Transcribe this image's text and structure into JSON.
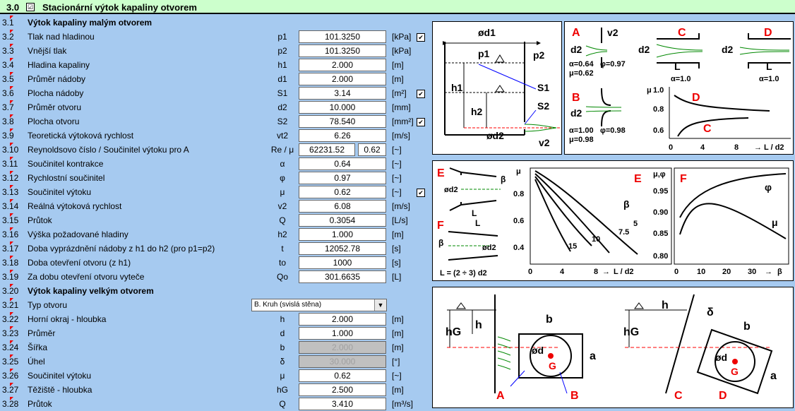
{
  "header": {
    "num": "3.0",
    "checkbox": "☑",
    "title": "Stacionární výtok kapaliny otvorem"
  },
  "rows": [
    {
      "n": "3.1",
      "label": "Výtok kapaliny malým otvorem",
      "bold": true
    },
    {
      "n": "3.2",
      "label": "Tlak nad hladinou",
      "sym": "p1",
      "val": "101.3250",
      "unit": "[kPa]",
      "chk": true
    },
    {
      "n": "3.3",
      "label": "Vnější tlak",
      "sym": "p2",
      "val": "101.3250",
      "unit": "[kPa]"
    },
    {
      "n": "3.4",
      "label": "Hladina kapaliny",
      "sym": "h1",
      "val": "2.000",
      "unit": "[m]"
    },
    {
      "n": "3.5",
      "label": "Průměr nádoby",
      "sym": "d1",
      "val": "2.000",
      "unit": "[m]"
    },
    {
      "n": "3.6",
      "label": "Plocha nádoby",
      "sym": "S1",
      "val": "3.14",
      "unit": "[m²]",
      "chk": true
    },
    {
      "n": "3.7",
      "label": "Průměr otvoru",
      "sym": "d2",
      "val": "10.000",
      "unit": "[mm]"
    },
    {
      "n": "3.8",
      "label": "Plocha otvoru",
      "sym": "S2",
      "val": "78.540",
      "unit": "[mm²]",
      "chk": true
    },
    {
      "n": "3.9",
      "label": "Teoretická výtoková rychlost",
      "sym": "vt2",
      "val": "6.26",
      "unit": "[m/s]"
    },
    {
      "n": "3.10",
      "label": "Reynoldsovo číslo / Součinitel výtoku pro A",
      "sym": "Re / μ",
      "val": "62231.52",
      "val2": "0.62",
      "unit": "[~]"
    },
    {
      "n": "3.11",
      "label": "Součinitel kontrakce",
      "sym": "α",
      "val": "0.64",
      "unit": "[~]"
    },
    {
      "n": "3.12",
      "label": "Rychlostní součinitel",
      "sym": "φ",
      "val": "0.97",
      "unit": "[~]"
    },
    {
      "n": "3.13",
      "label": "Součinitel výtoku",
      "sym": "μ",
      "val": "0.62",
      "unit": "[~]",
      "chk": true
    },
    {
      "n": "3.14",
      "label": "Reálná výtoková rychlost",
      "sym": "v2",
      "val": "6.08",
      "unit": "[m/s]"
    },
    {
      "n": "3.15",
      "label": "Průtok",
      "sym": "Q",
      "val": "0.3054",
      "unit": "[L/s]"
    },
    {
      "n": "3.16",
      "label": "Výška požadované hladiny",
      "sym": "h2",
      "val": "1.000",
      "unit": "[m]"
    },
    {
      "n": "3.17",
      "label": "Doba vyprázdnění nádoby z h1 do h2 (pro p1=p2)",
      "sym": "t",
      "val": "12052.78",
      "unit": "[s]"
    },
    {
      "n": "3.18",
      "label": "Doba otevření otvoru (z h1)",
      "sym": "to",
      "val": "1000",
      "unit": "[s]"
    },
    {
      "n": "3.19",
      "label": "Za dobu otevření otvoru vyteče",
      "sym": "Qo",
      "val": "301.6635",
      "unit": "[L]"
    },
    {
      "n": "3.20",
      "label": "Výtok kapaliny velkým otvorem",
      "bold": true
    },
    {
      "n": "3.21",
      "label": "Typ otvoru",
      "select": "B. Kruh (svislá stěna)"
    },
    {
      "n": "3.22",
      "label": "Horní okraj - hloubka",
      "sym": "h",
      "val": "2.000",
      "unit": "[m]"
    },
    {
      "n": "3.23",
      "label": "Průměr",
      "sym": "d",
      "val": "1.000",
      "unit": "[m]"
    },
    {
      "n": "3.24",
      "label": "Šířka",
      "sym": "b",
      "val": "2.000",
      "unit": "[m]",
      "disabled": true
    },
    {
      "n": "3.25",
      "label": "Úhel",
      "sym": "δ",
      "val": "30.000",
      "unit": "[°]",
      "disabled": true
    },
    {
      "n": "3.26",
      "label": "Součinitel výtoku",
      "sym": "μ",
      "val": "0.62",
      "unit": "[~]"
    },
    {
      "n": "3.27",
      "label": "Těžiště - hloubka",
      "sym": "hG",
      "val": "2.500",
      "unit": "[m]"
    },
    {
      "n": "3.28",
      "label": "Průtok",
      "sym": "Q",
      "val": "3.410",
      "unit": "[m³/s]"
    }
  ],
  "diagram1": {
    "d1": "ød1",
    "p1": "p1",
    "p2": "p2",
    "h1": "h1",
    "h2": "h2",
    "S1": "S1",
    "S2": "S2",
    "d2": "ød2",
    "v2": "v2"
  },
  "diagram2": {
    "A": "A",
    "B": "B",
    "C": "C",
    "D": "D",
    "v2": "v2",
    "d2": "d2",
    "L": "L",
    "A_alpha": "α=0.64",
    "A_phi": "φ=0.97",
    "A_mu": "μ=0.62",
    "B_alpha": "α=1.00",
    "B_phi": "φ=0.98",
    "B_mu": "μ=0.98",
    "C_alpha": "α=1.0",
    "D_alpha": "α=1.0",
    "mu": "μ",
    "y_ticks": [
      "1.0",
      "0.8",
      "0.6"
    ],
    "x_ticks": [
      "0",
      "4",
      "8"
    ],
    "x_label": "L / d2"
  },
  "diagram3": {
    "E": "E",
    "F": "F",
    "d2": "ød2",
    "L": "L",
    "beta": "β",
    "L_formula": "L = (2 ÷ 3) d2",
    "chart1_ylabel": "μ",
    "chart1_y_ticks": [
      "0.8",
      "0.6",
      "0.4"
    ],
    "chart1_x_ticks": [
      "0",
      "4",
      "8"
    ],
    "chart1_xlabel": "L / d2",
    "chart1_curves": [
      "5",
      "7.5",
      "10",
      "15"
    ],
    "chart2_ylabel": "μ,φ",
    "chart2_y_ticks": [
      "0.95",
      "0.90",
      "0.85",
      "0.80"
    ],
    "chart2_x_ticks": [
      "0",
      "10",
      "20",
      "30"
    ],
    "chart2_xlabel": "β",
    "phi": "φ",
    "mu": "μ"
  },
  "diagram4": {
    "hG": "hG",
    "h": "h",
    "b": "b",
    "a": "a",
    "d": "ød",
    "G": "G",
    "A": "A",
    "B": "B",
    "C": "C",
    "D": "D",
    "delta": "δ"
  }
}
